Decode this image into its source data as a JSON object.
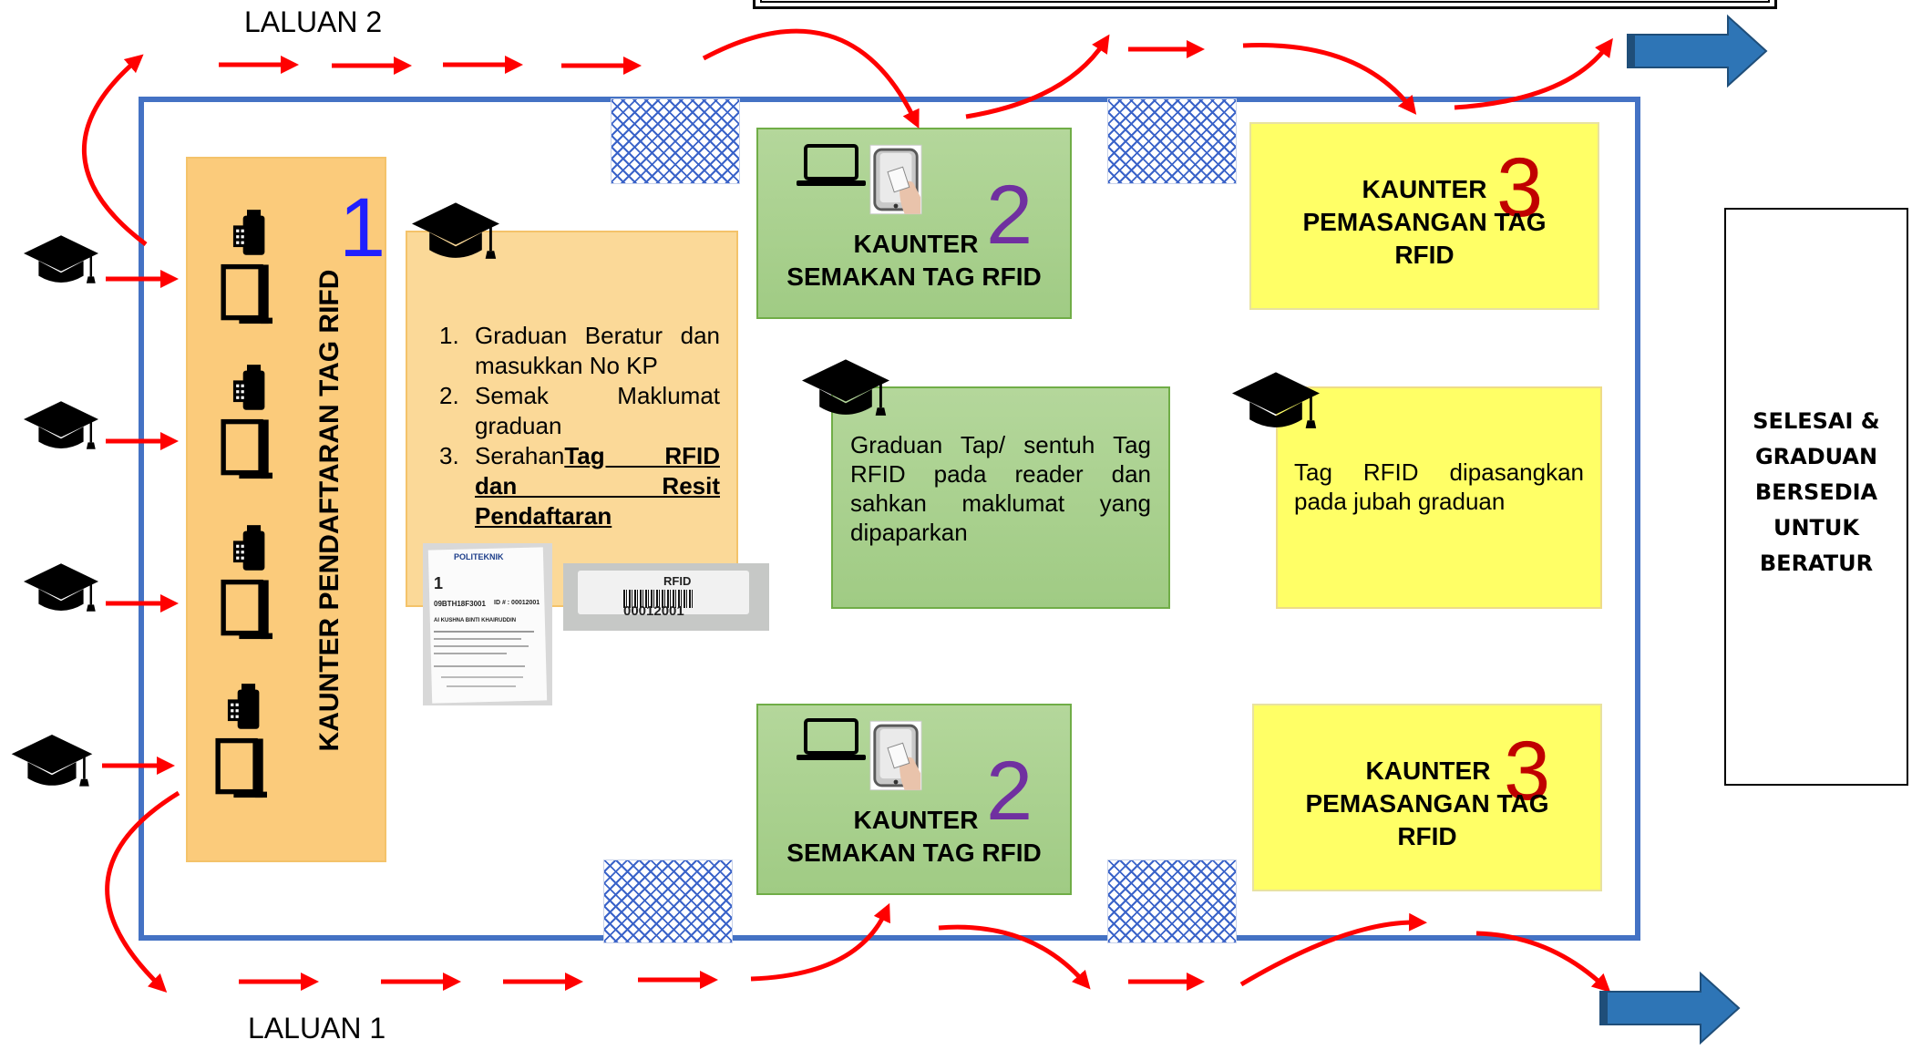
{
  "routes": {
    "route2_label": "LALUAN 2",
    "route1_label": "LALUAN 1"
  },
  "registration": {
    "title": "KAUNTER PENDAFTARAN TAG RIFD",
    "number": "1",
    "steps": [
      {
        "num": "1.",
        "line1": "Graduan Beratur dan",
        "line2": "masukkan No KP"
      },
      {
        "num": "2.",
        "line1": "Semak Maklumat",
        "line2": "graduan"
      },
      {
        "num": "3.",
        "line1": "Serahan Tag RFID",
        "line2": "dan Resit Pendaftaran"
      }
    ],
    "step3_prefix": "Serahan",
    "step3_bold": "Tag RFID",
    "receipt": {
      "brand": "POLITEKNIK",
      "queue": "1",
      "id_line": "09BTH18F3001",
      "id_no": "ID # : 00012001",
      "name": "AI KUSHNA BINTI KHAIRUDDIN"
    },
    "rfid_tag": {
      "label": "RFID",
      "number": "00012001"
    }
  },
  "semakan_top": {
    "number": "2",
    "title_line1": "KAUNTER",
    "title_line2": "SEMAKAN TAG RFID",
    "desc": "Graduan Tap/ sentuh Tag RFID pada reader dan sahkan maklumat yang dipaparkan"
  },
  "semakan_bottom": {
    "number": "2",
    "title_line1": "KAUNTER",
    "title_line2": "SEMAKAN TAG RFID"
  },
  "pemasangan_top": {
    "number": "3",
    "title_line1": "KAUNTER",
    "title_line2": "PEMASANGAN TAG",
    "title_line3": "RFID",
    "desc": "Tag RFID dipasangkan pada jubah graduan"
  },
  "pemasangan_bottom": {
    "number": "3",
    "title_line1": "KAUNTER",
    "title_line2": "PEMASANGAN TAG",
    "title_line3": "RFID"
  },
  "finish": {
    "lines": [
      "SELESAI &",
      "GRADUAN",
      "BERSEDIA",
      "UNTUK",
      "BERATUR"
    ]
  },
  "colors": {
    "frame": "#4472c4",
    "arrow_red": "#ff0000",
    "exit_arrow": "#2e75b6",
    "registration": "#fbcb7b",
    "semakan": "#a9d18e",
    "pemasangan": "#ffff66"
  },
  "icons": [
    "graduation-cap-icon",
    "laptop-icon",
    "rfid-reader-icon",
    "kiosk-icon",
    "exit-arrow-icon"
  ]
}
